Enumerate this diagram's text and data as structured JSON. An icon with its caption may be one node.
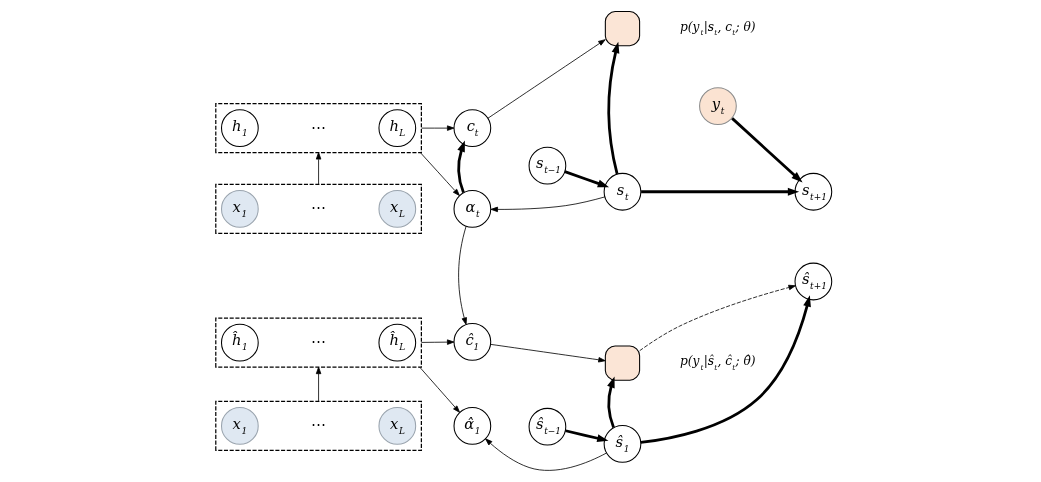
{
  "diagram": {
    "nodes": [
      {
        "text": [],
        "shape": "box"
      },
      {
        "text": [
          "h$_{1}$"
        ],
        "in": 0
      },
      {
        "text": [
          "h$_{L}$"
        ],
        "in": 0
      },
      {
        "text": [],
        "shape": "box"
      },
      {
        "text": [
          "x$_{1}$"
        ],
        "in": 3
      },
      {
        "text": [
          "x$_{L}$"
        ],
        "in": 3
      },
      {
        "text": [
          "c$_{t}$"
        ]
      },
      {
        "text": [
          "α$_{t}$"
        ]
      },
      {
        "text": [],
        "shape": "box",
        "beside": [
          "p(y$_{t}$|s$_{t}$, c$_{t}$; θ)"
        ]
      },
      {
        "text": [
          "y$_{t}$"
        ]
      },
      {
        "text": [
          "s$_{t−1}$"
        ]
      },
      {
        "text": [
          "s$_{t}$"
        ]
      },
      {
        "text": [
          "s$_{t+1}$"
        ]
      },
      {
        "text": [],
        "shape": "box"
      },
      {
        "text": [
          "ĥ$_{1}$"
        ],
        "in": 13
      },
      {
        "text": [
          "ĥ$_{L}$"
        ],
        "in": 13
      },
      {
        "text": [],
        "shape": "box"
      },
      {
        "text": [
          "x$_{1}$"
        ],
        "in": 16
      },
      {
        "text": [
          "x$_{L}$"
        ],
        "in": 16
      },
      {
        "text": [
          "ĉ$_{1}$"
        ]
      },
      {
        "text": [
          "α̂$_{1}$"
        ]
      },
      {
        "text": [],
        "shape": "box",
        "beside": [
          "p(y$_{t}$|ŝ$_{t}$, ĉ$_{t}$; θ̂)"
        ]
      },
      {
        "text": [
          "ŝ$_{t−1}$"
        ]
      },
      {
        "text": [
          "ŝ$_{1}$"
        ]
      },
      {
        "text": [
          "ŝ$_{t+1}$"
        ]
      }
    ],
    "edges": [
      {
        "from": 3,
        "to": 0,
        "arrow": "to"
      },
      {
        "from": 0,
        "to": 6,
        "arrow": "to"
      },
      {
        "from": 0,
        "to": 7,
        "arrow": "to"
      },
      {
        "from": 7,
        "to": 6,
        "arrow": "to",
        "style": "thick"
      },
      {
        "from": 6,
        "to": 8,
        "arrow": "to"
      },
      {
        "from": 11,
        "to": 7,
        "arrow": "to"
      },
      {
        "from": 11,
        "to": 8,
        "arrow": "to",
        "style": "thick"
      },
      {
        "from": 9,
        "to": 12,
        "arrow": "to",
        "style": "thick"
      },
      {
        "from": 10,
        "to": 11,
        "arrow": "to",
        "style": "thick"
      },
      {
        "from": 11,
        "to": 12,
        "arrow": "to",
        "style": "thick"
      },
      {
        "from": 7,
        "to": 19,
        "arrow": "to"
      },
      {
        "from": 16,
        "to": 13,
        "arrow": "to"
      },
      {
        "from": 13,
        "to": 19,
        "arrow": "to"
      },
      {
        "from": 13,
        "to": 20,
        "arrow": "to"
      },
      {
        "from": 19,
        "to": 21,
        "arrow": "to"
      },
      {
        "from": 23,
        "to": 20,
        "arrow": "to"
      },
      {
        "from": 23,
        "to": 21,
        "arrow": "to",
        "style": "thick"
      },
      {
        "from": 21,
        "to": 24,
        "arrow": "to",
        "style": "dashed"
      },
      {
        "from": 22,
        "to": 23,
        "arrow": "to",
        "style": "thick"
      },
      {
        "from": 23,
        "to": 24,
        "arrow": "to",
        "style": "thick"
      }
    ],
    "labels": [
      "⋯",
      "⋯",
      "⋯",
      "⋯"
    ]
  }
}
